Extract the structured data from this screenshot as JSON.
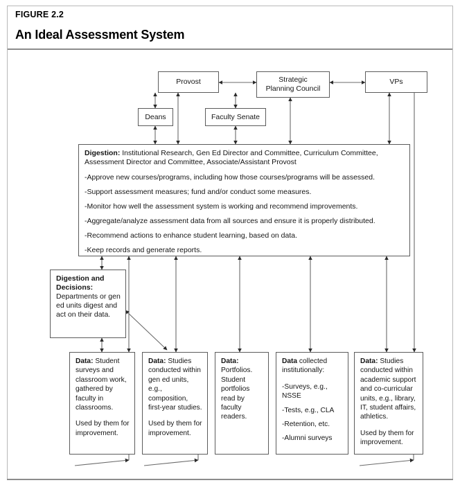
{
  "header": {
    "figure_label": "FIGURE 2.2",
    "title": "An Ideal Assessment System"
  },
  "diagram": {
    "type": "flow-diagram",
    "top_boxes": [
      {
        "id": "provost",
        "label": "Provost"
      },
      {
        "id": "strategic-planning-council",
        "label": "Strategic\nPlanning Council"
      },
      {
        "id": "vps",
        "label": "VPs"
      }
    ],
    "second_boxes": [
      {
        "id": "deans",
        "label": "Deans"
      },
      {
        "id": "faculty-senate",
        "label": "Faculty Senate"
      }
    ],
    "digestion_box": {
      "heading_bold": "Digestion:",
      "heading_rest": " Institutional Research, Gen Ed Director and Committee, Curriculum Committee, Assessment Director and Committee, Associate/Assistant Provost",
      "bullets": [
        "-Approve new courses/programs, including how those courses/programs will be assessed.",
        "-Support assessment measures; fund and/or conduct some measures.",
        "-Monitor how well the assessment system is working and recommend improvements.",
        "-Aggregate/analyze assessment data from all sources and ensure it is properly distributed.",
        "-Recommend actions to enhance student learning, based on data.",
        "-Keep records and generate reports."
      ]
    },
    "decisions_box": {
      "heading_bold": "Digestion and Decisions:",
      "body": "Departments or gen ed units digest and act on their data."
    },
    "data_boxes": [
      {
        "id": "data-student-surveys",
        "bold": "Data:",
        "paragraphs": [
          " Student surveys and classroom work, gathered by faculty in classrooms.",
          "Used by them for improvement."
        ],
        "lines": []
      },
      {
        "id": "data-gen-ed-studies",
        "bold": "Data:",
        "paragraphs": [
          " Studies conducted within gen ed units, e.g., composition, first-year studies.",
          "Used by them for improvement."
        ],
        "lines": []
      },
      {
        "id": "data-portfolios",
        "bold": "Data:",
        "paragraphs": [
          "Portfolios. Student portfolios read by faculty readers."
        ],
        "lines": []
      },
      {
        "id": "data-institutional",
        "bold": "Data",
        "paragraphs": [
          " collected institutionally:"
        ],
        "lines": [
          "-Surveys, e.g., NSSE",
          "-Tests, e.g., CLA",
          "-Retention, etc.",
          "-Alumni surveys"
        ]
      },
      {
        "id": "data-academic-support",
        "bold": "Data:",
        "paragraphs": [
          " Studies conducted within academic support and co-curricular units, e.g., library, IT, student affairs, athletics.",
          "Used by them for improvement."
        ],
        "lines": []
      }
    ],
    "colors": {
      "box_border": "#5b5b5b",
      "arrow": "#4a4a4a",
      "frame": "#b8b8b8",
      "rule": "#8c8c8c",
      "text": "#151515"
    }
  }
}
